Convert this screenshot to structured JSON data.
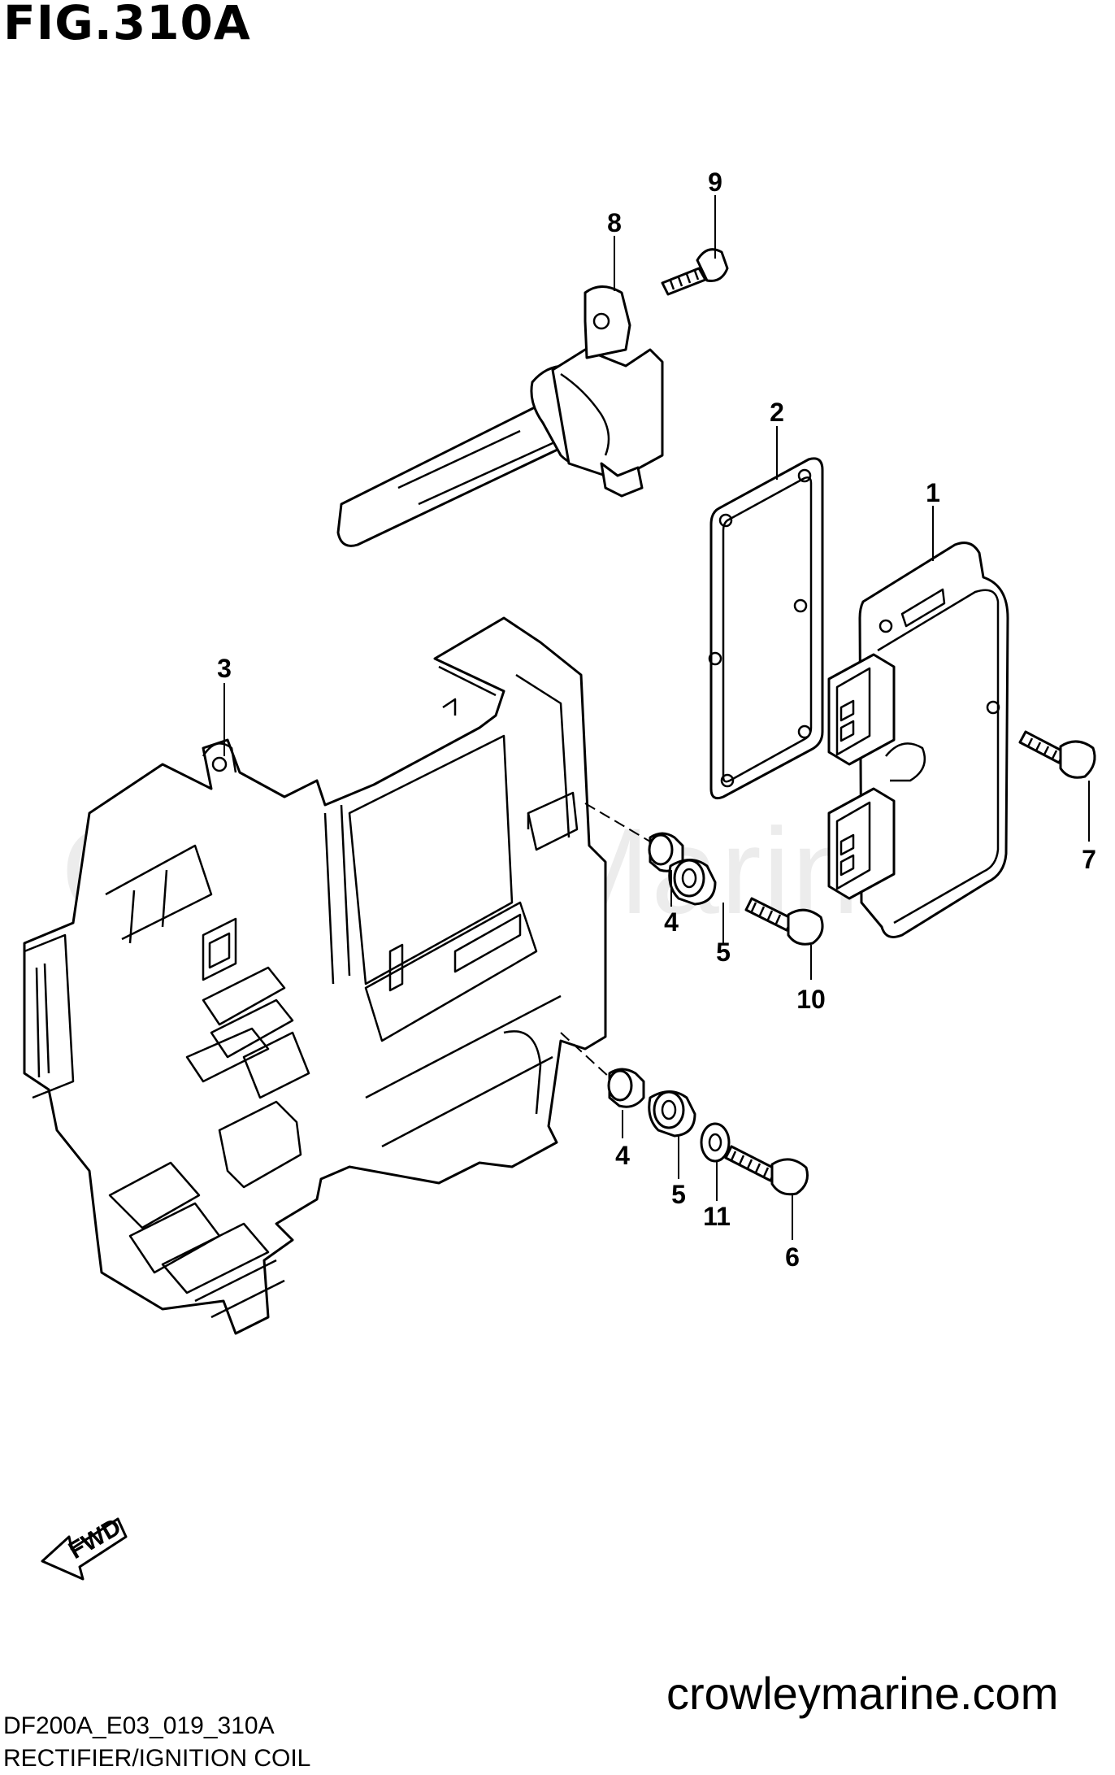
{
  "figure": {
    "title": "FIG.310A",
    "code": "DF200A_E03_019_310A",
    "name": "RECTIFIER/IGNITION COIL"
  },
  "website": "crowleymarine.com",
  "watermark": "Crowley Marine",
  "direction_label": "FWD",
  "callouts": {
    "c1": "1",
    "c2": "2",
    "c3": "3",
    "c4a": "4",
    "c4b": "4",
    "c5a": "5",
    "c5b": "5",
    "c6": "6",
    "c7": "7",
    "c8": "8",
    "c9": "9",
    "c10": "10",
    "c11": "11"
  }
}
